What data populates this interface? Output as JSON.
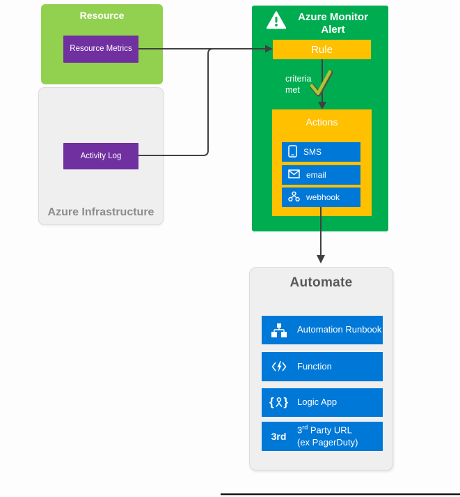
{
  "colors": {
    "light-green": "#92D050",
    "green": "#00AC50",
    "yellow": "#FFC000",
    "blue": "#0078D7",
    "purple": "#7030A0",
    "gray-box": "#EFEFEF",
    "gray-border": "#DCDCDC",
    "gray-text": "#8C8C8C",
    "dark-gray-text": "#595959",
    "line": "#404040",
    "check": "#AEC636"
  },
  "resource": {
    "title": "Resource",
    "metrics_label": "Resource Metrics"
  },
  "infrastructure": {
    "title": "Azure Infrastructure",
    "activity_label": "Activity Log"
  },
  "monitor": {
    "title": "Azure Monitor Alert",
    "rule_label": "Rule",
    "criteria_line1": "criteria",
    "criteria_line2": "met",
    "actions_title": "Actions",
    "actions": [
      {
        "label": "SMS",
        "icon": "phone-icon"
      },
      {
        "label": "email",
        "icon": "mail-icon"
      },
      {
        "label": "webhook",
        "icon": "webhook-icon"
      }
    ]
  },
  "automate": {
    "title": "Automate",
    "items": [
      {
        "label": "Automation Runbook",
        "icon": "runbook-icon"
      },
      {
        "label": "Function",
        "icon": "function-icon"
      },
      {
        "label": "Logic App",
        "icon": "logic-app-icon"
      }
    ],
    "third_party": {
      "icon_label": "3rd",
      "line1_pre": "3",
      "line1_sup": "rd",
      "line1_post": " Party URL",
      "line2": "(ex PagerDuty)"
    }
  }
}
